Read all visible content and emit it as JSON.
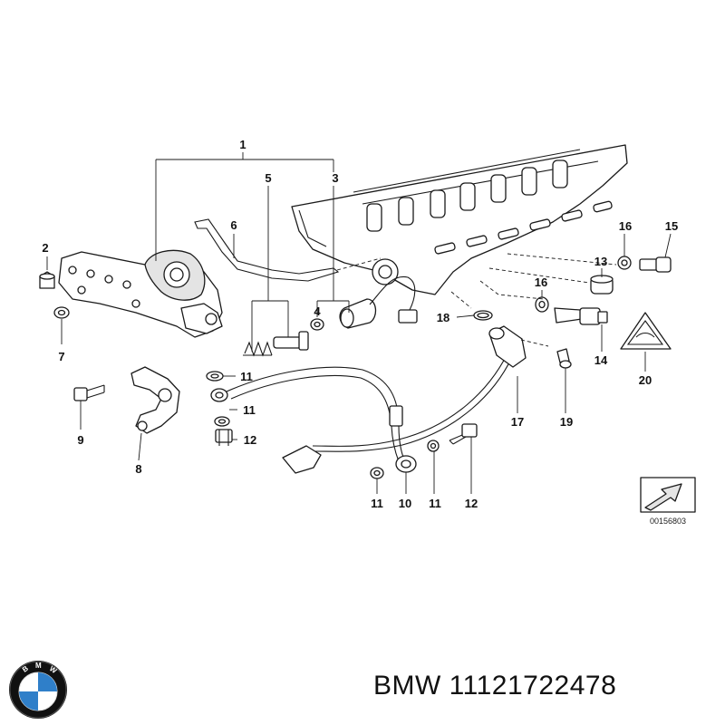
{
  "diagram": {
    "callouts": {
      "c1": "1",
      "c2": "2",
      "c3": "3",
      "c4": "4",
      "c5": "5",
      "c6": "6",
      "c7": "7",
      "c8": "8",
      "c9": "9",
      "c10": "10",
      "c11a": "11",
      "c11b": "11",
      "c11c": "11",
      "c11d": "11",
      "c12a": "12",
      "c12b": "12",
      "c13": "13",
      "c14": "14",
      "c15": "15",
      "c16a": "16",
      "c16b": "16",
      "c17": "17",
      "c18": "18",
      "c19": "19",
      "c20": "20"
    },
    "reference_code": "00156803"
  },
  "logo": {
    "name": "bmw-roundel-logo",
    "text": "BMW",
    "colors": {
      "blue": "#2f7fc9",
      "ring": "#111111"
    }
  },
  "footer": {
    "brand": "BMW",
    "part_number": "11121722478"
  }
}
